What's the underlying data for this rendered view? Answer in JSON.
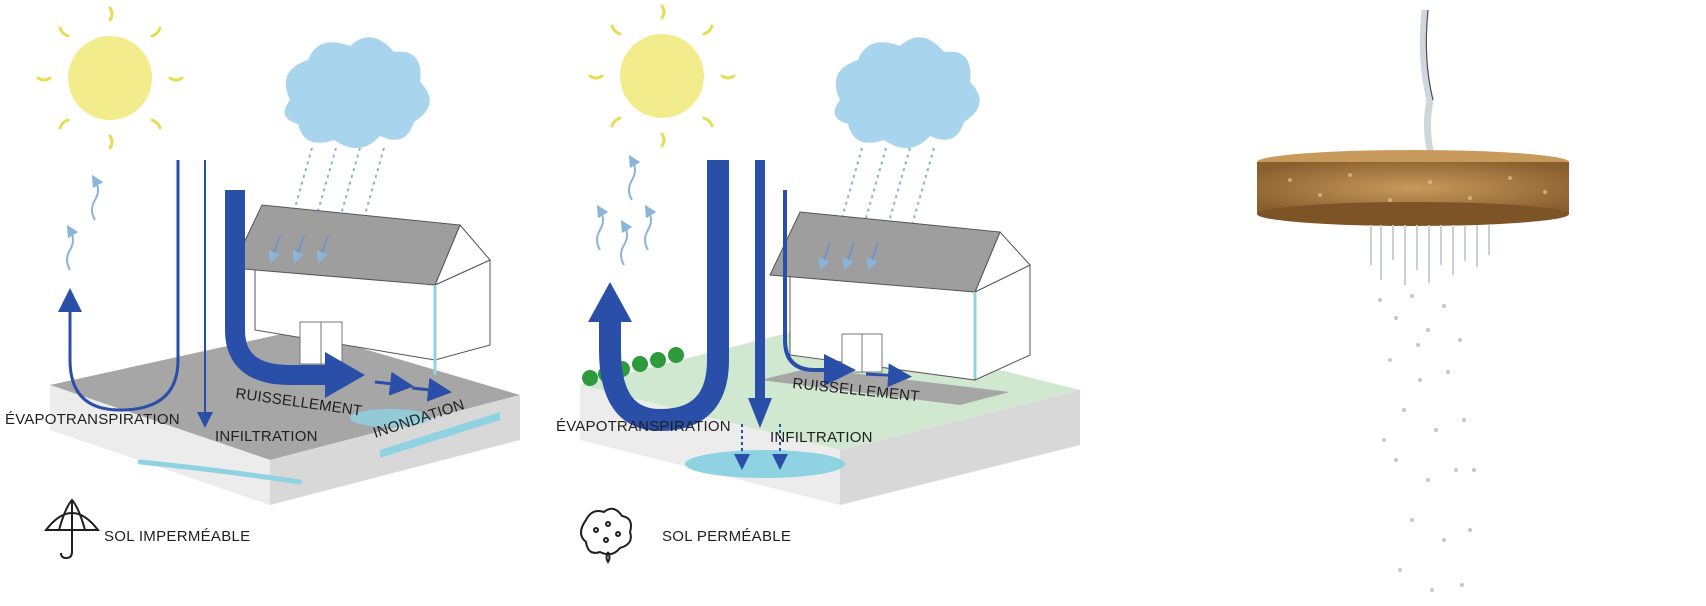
{
  "panels": [
    {
      "id": "impermeable",
      "labels": {
        "evapotranspiration": "ÉVAPOTRANSPIRATION",
        "infiltration": "INFILTRATION",
        "ruissellement": "RUISSELLEMENT",
        "inondation": "INONDATION"
      },
      "legend": {
        "icon": "umbrella-icon",
        "text": "SOL IMPERMÉABLE"
      }
    },
    {
      "id": "permeable",
      "labels": {
        "evapotranspiration": "ÉVAPOTRANSPIRATION",
        "infiltration": "INFILTRATION",
        "ruissellement": "RUISSELLEMENT"
      },
      "legend": {
        "icon": "sponge-icon",
        "text": "SOL PERMÉABLE"
      }
    }
  ],
  "photo": {
    "subject": "water-through-permeable-disc"
  },
  "colors": {
    "sun": "#f3ec8c",
    "sun_rays": "#e9dc55",
    "cloud": "#a9d4ee",
    "arrow": "#2a4fa8",
    "water": "#8fd3e3",
    "ground_gray": "#a6a6a6",
    "ground_green": "#cfe8cf",
    "roof": "#9e9e9e",
    "disc": "#b88a4e"
  }
}
